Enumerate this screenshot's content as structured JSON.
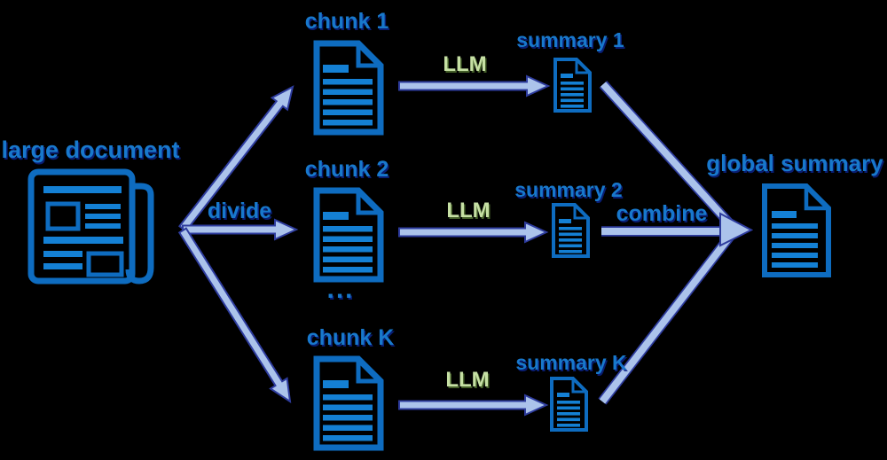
{
  "labels": {
    "source": "large document",
    "divide": "divide",
    "combine": "combine",
    "ellipsis": "...",
    "llm": "LLM",
    "output": "global summary"
  },
  "rows": [
    {
      "chunk_label": "chunk 1",
      "summary_label": "summary 1"
    },
    {
      "chunk_label": "chunk 2",
      "summary_label": "summary 2"
    },
    {
      "chunk_label": "chunk K",
      "summary_label": "summary K"
    }
  ],
  "colors": {
    "background": "#000000",
    "icon_blue": "#0e6cc0",
    "icon_line_blue": "#1480d4",
    "label_blue": "#1878cc",
    "llm_green": "#c6e0a4",
    "arrow_fill": "#abc3eb",
    "arrow_outline": "#2e3c9e"
  }
}
